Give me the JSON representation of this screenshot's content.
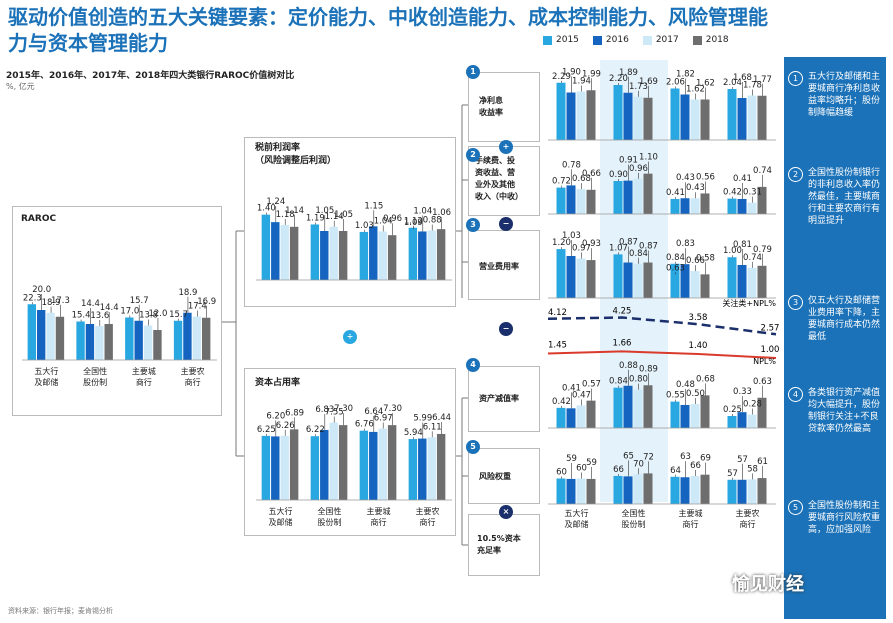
{
  "title": "驱动价值创造的五大关键要素：定价能力、中收创造能力、成本控制能力、风险管理能力与资本管理能力",
  "subtitle": "2015年、2016年、2017年、2018年四大类银行RAROC价值树对比",
  "unit": "%, 亿元",
  "source": "资料来源：银行年报；麦肯锡分析",
  "watermark": "愉见财经",
  "colors": {
    "c2015": "#29a7e1",
    "c2016": "#1565c0",
    "c2017": "#cde9f8",
    "c2018": "#6e6e6e",
    "accent": "#1b72b8",
    "red": "#d93a2b",
    "navy": "#1a2f6b"
  },
  "legend": [
    "2015",
    "2016",
    "2017",
    "2018"
  ],
  "groups": [
    "五大行\n及邮储",
    "全国性\n股份制",
    "主要城\n商行",
    "主要农\n商行"
  ],
  "op_symbols": {
    "plus": "+",
    "minus": "−",
    "times": "×",
    "divide": "÷"
  },
  "boxes": {
    "raroc": "RAROC",
    "pretax": "税前利润率\n（风险调整后利润）",
    "capital": "资本占用率",
    "nim": "净利息\n收益率",
    "fee": "手续费、投\n资收益、营\n业外及其他\n收入（中收）",
    "opex": "营业费用率",
    "npl": "资产减值率",
    "rwa": "风险权重",
    "car": "10.5%资本\n充足率"
  },
  "nums": [
    "1",
    "2",
    "3",
    "4",
    "5"
  ],
  "chart_data": [
    {
      "type": "bar",
      "name": "raroc",
      "series": [
        {
          "name": "2015",
          "values": [
            22.3,
            15.4,
            17.0,
            15.7
          ]
        },
        {
          "name": "2016",
          "values": [
            20.0,
            14.4,
            15.7,
            18.9
          ]
        },
        {
          "name": "2017",
          "values": [
            18.9,
            13.6,
            13.8,
            17.4
          ]
        },
        {
          "name": "2018",
          "values": [
            17.3,
            14.4,
            12.0,
            16.9
          ]
        }
      ],
      "labels": [
        [
          "22.3",
          "20.0",
          "18.9",
          "17.3"
        ],
        [
          "15.4",
          "14.4",
          "13.6",
          "14.4"
        ],
        [
          "17.0",
          "15.7",
          "13.8",
          "12.0"
        ],
        [
          "15.7",
          "18.9",
          "17.4",
          "16.9"
        ]
      ]
    },
    {
      "type": "bar",
      "name": "pretax",
      "series": [
        {
          "name": "2015",
          "values": [
            1.4,
            1.19,
            1.03,
            1.12
          ]
        },
        {
          "name": "2016",
          "values": [
            1.24,
            1.05,
            1.15,
            1.04
          ]
        },
        {
          "name": "2017",
          "values": [
            1.18,
            1.14,
            1.04,
            1.06
          ]
        },
        {
          "name": "2018",
          "values": [
            1.14,
            1.05,
            0.96,
            1.09
          ]
        }
      ],
      "labels": [
        [
          "1.40",
          "1.24",
          "1.18",
          "1.14"
        ],
        [
          "1.19",
          "1.05",
          "1.14",
          "1.05"
        ],
        [
          "1.03",
          "1.15",
          "1.04",
          "0.96"
        ],
        [
          "1.12",
          "1.04",
          "0.88",
          "1.06",
          "1.09"
        ]
      ]
    },
    {
      "type": "bar",
      "name": "capital",
      "series": [
        {
          "name": "2015",
          "values": [
            6.25,
            6.22,
            6.76,
            5.94
          ]
        },
        {
          "name": "2016",
          "values": [
            6.2,
            6.83,
            6.64,
            5.99
          ]
        },
        {
          "name": "2017",
          "values": [
            6.26,
            7.55,
            6.97,
            6.11
          ]
        },
        {
          "name": "2018",
          "values": [
            6.89,
            7.3,
            7.3,
            6.44
          ]
        }
      ],
      "labels": [
        [
          "6.25",
          "6.20",
          "6.26",
          "6.89"
        ],
        [
          "6.22",
          "6.83",
          "7.55",
          "7.30"
        ],
        [
          "6.76",
          "6.64",
          "6.97",
          "7.30"
        ],
        [
          "5.94",
          "5.99",
          "6.11",
          "6.44"
        ]
      ]
    },
    {
      "type": "bar",
      "name": "nim",
      "series": [
        {
          "name": "2015",
          "values": [
            2.29,
            2.2,
            2.06,
            2.04
          ]
        },
        {
          "name": "2016",
          "values": [
            1.9,
            1.89,
            1.82,
            1.68
          ]
        },
        {
          "name": "2017",
          "values": [
            1.94,
            1.73,
            1.62,
            1.78
          ]
        },
        {
          "name": "2018",
          "values": [
            1.99,
            1.69,
            1.62,
            1.77
          ]
        }
      ],
      "labels": [
        [
          "2.29",
          "1.90",
          "1.94",
          "1.99"
        ],
        [
          "2.20",
          "1.89",
          "1.73",
          "1.69"
        ],
        [
          "2.06",
          "1.82",
          "1.62",
          "1.62"
        ],
        [
          "2.04",
          "1.68",
          "1.78",
          "1.77"
        ]
      ]
    },
    {
      "type": "bar",
      "name": "fee",
      "series": [
        {
          "name": "2015",
          "values": [
            0.72,
            0.9,
            0.41,
            0.42
          ]
        },
        {
          "name": "2016",
          "values": [
            0.78,
            0.91,
            0.43,
            0.41
          ]
        },
        {
          "name": "2017",
          "values": [
            0.68,
            0.96,
            0.43,
            0.31
          ]
        },
        {
          "name": "2018",
          "values": [
            0.66,
            1.1,
            0.56,
            0.74
          ]
        }
      ],
      "labels": [
        [
          "0.72",
          "0.78",
          "0.68",
          "0.66"
        ],
        [
          "0.90",
          "0.91",
          "0.96",
          "1.10"
        ],
        [
          "0.41",
          "0.43",
          "0.43",
          "0.56"
        ],
        [
          "0.42",
          "0.41",
          "0.31",
          "0.74"
        ]
      ]
    },
    {
      "type": "bar",
      "name": "opex",
      "series": [
        {
          "name": "2015",
          "values": [
            1.2,
            1.07,
            0.84,
            1.0
          ]
        },
        {
          "name": "2016",
          "values": [
            1.03,
            0.87,
            0.83,
            0.81
          ]
        },
        {
          "name": "2017",
          "values": [
            0.97,
            0.84,
            0.66,
            0.74
          ]
        },
        {
          "name": "2018",
          "values": [
            0.93,
            0.87,
            0.58,
            0.79
          ]
        }
      ],
      "labels": [
        [
          "1.20",
          "1.03",
          "0.97",
          "0.93"
        ],
        [
          "1.07",
          "0.87",
          "0.84",
          "0.87"
        ],
        [
          "0.84",
          "0.83",
          "0.66",
          "0.58",
          "0.63"
        ],
        [
          "1.00",
          "0.81",
          "0.74",
          "0.79"
        ]
      ]
    },
    {
      "type": "line",
      "name": "npl",
      "series": [
        {
          "name": "关注类+NPL%",
          "values": [
            4.12,
            4.25,
            3.58,
            2.57
          ]
        },
        {
          "name": "NPL%",
          "values": [
            1.45,
            1.66,
            1.4,
            1.0
          ]
        }
      ]
    },
    {
      "type": "bar",
      "name": "impair",
      "series": [
        {
          "name": "2015",
          "values": [
            0.42,
            0.84,
            0.55,
            0.25
          ]
        },
        {
          "name": "2016",
          "values": [
            0.41,
            0.88,
            0.48,
            0.33
          ]
        },
        {
          "name": "2017",
          "values": [
            0.47,
            0.8,
            0.5,
            0.28
          ]
        },
        {
          "name": "2018",
          "values": [
            0.57,
            0.89,
            0.68,
            0.63
          ]
        }
      ],
      "labels": [
        [
          "0.42",
          "0.41",
          "0.47",
          "0.57"
        ],
        [
          "0.84",
          "0.88",
          "0.80",
          "0.89"
        ],
        [
          "0.55",
          "0.48",
          "0.50",
          "0.68"
        ],
        [
          "0.25",
          "0.33",
          "0.28",
          "0.63"
        ]
      ]
    },
    {
      "type": "bar",
      "name": "rwa",
      "series": [
        {
          "name": "2015",
          "values": [
            60,
            66,
            64,
            57
          ]
        },
        {
          "name": "2016",
          "values": [
            59,
            65,
            63,
            57
          ]
        },
        {
          "name": "2017",
          "values": [
            60,
            70,
            66,
            58
          ]
        },
        {
          "name": "2018",
          "values": [
            59,
            72,
            69,
            61
          ]
        }
      ],
      "labels": [
        [
          "60",
          "59",
          "60",
          "59"
        ],
        [
          "66",
          "65",
          "70",
          "72"
        ],
        [
          "64",
          "63",
          "66",
          "69"
        ],
        [
          "57",
          "57",
          "58",
          "61"
        ]
      ]
    }
  ],
  "sidebar": [
    "五大行及邮储和主要城商行净利息收益率均略升；股份制降幅趋缓",
    "全国性股份制银行的非利息收入率仍然最佳，主要城商行和主要农商行有明显提升",
    "仅五大行及邮储营业费用率下降，主要城商行成本仍然最低",
    "各类银行资产减值均大幅提升，股份制银行关注+不良贷款率仍然最高",
    "全国性股份制和主要城商行风险权重高，应加强风险"
  ]
}
